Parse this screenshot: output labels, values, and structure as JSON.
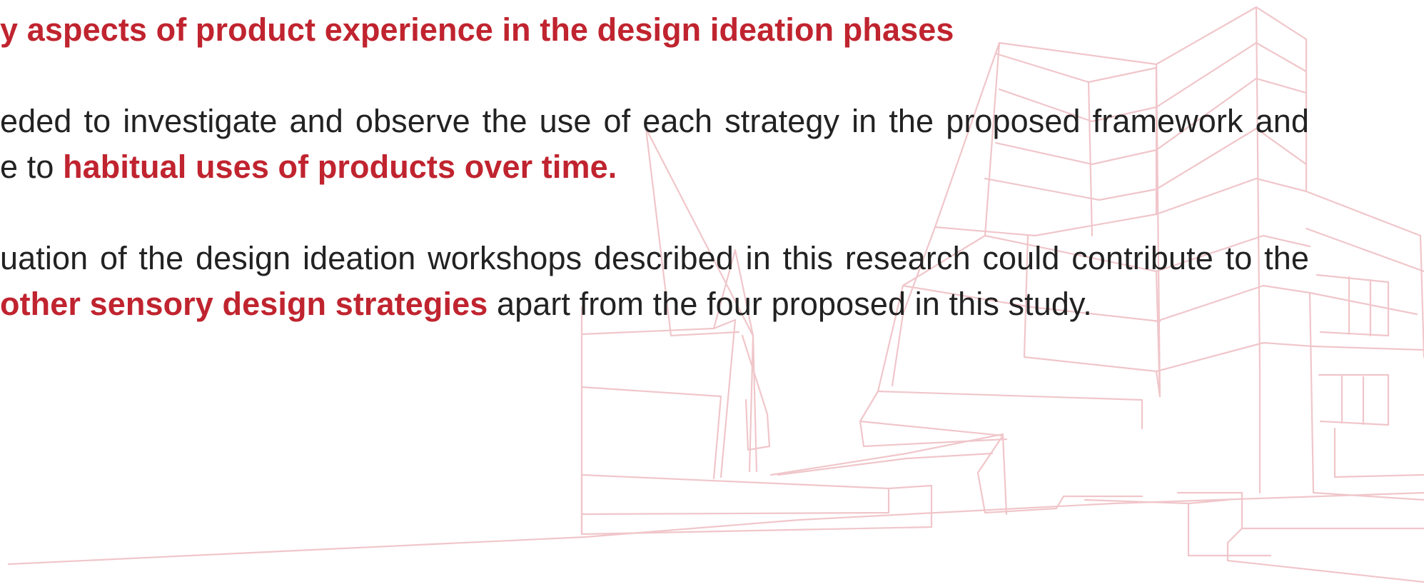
{
  "paragraphs": [
    {
      "lines": [
        {
          "segments": [
            {
              "text": "y aspects of product experience in the design ideation phases",
              "emphasis": true
            }
          ]
        }
      ]
    },
    {
      "lines": [
        {
          "segments": [
            {
              "text": "eded to investigate and observe the use of each strategy in the proposed framework and",
              "emphasis": false
            }
          ]
        },
        {
          "segments": [
            {
              "text": "e to ",
              "emphasis": false
            },
            {
              "text": "habitual uses of products over time.",
              "emphasis": true
            }
          ]
        }
      ]
    },
    {
      "lines": [
        {
          "segments": [
            {
              "text": "uation of the design ideation workshops described in this research could contribute to the",
              "emphasis": false
            }
          ]
        },
        {
          "segments": [
            {
              "text": "other sensory design strategies",
              "emphasis": true
            },
            {
              "text": " apart from the four proposed in this study.",
              "emphasis": false
            }
          ]
        }
      ]
    }
  ],
  "colors": {
    "text": "#222222",
    "emphasis": "#c0242f",
    "sketch": "#f0c6ca"
  }
}
